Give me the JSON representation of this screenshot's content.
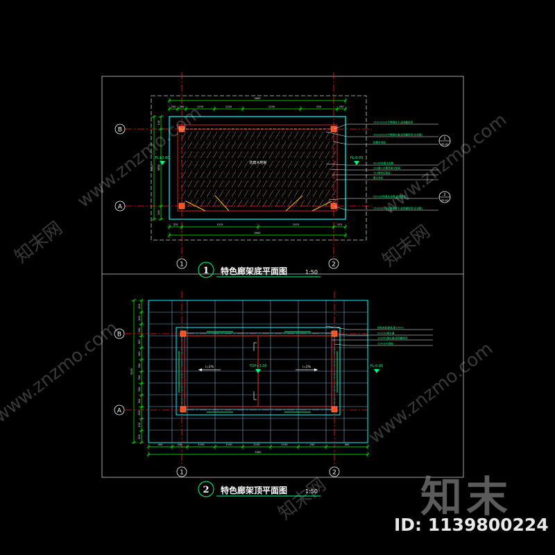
{
  "colors": {
    "background": "#000000",
    "frame": "#cfcfcf",
    "dimension": "#00ff00",
    "axis": "#ff2020",
    "outline": "#00ffff",
    "grid": "#7fa8c8",
    "column": "#ff5020",
    "hatch": "#ff3030",
    "decking": "#c0c0c0",
    "leader": "#ffffff",
    "leader_label": "#00ff80",
    "marker": "#00ff80",
    "watermark": "#ffffff"
  },
  "watermark": {
    "url_text": "www.znzmo.com",
    "brand_text": "知末网",
    "logo_text": "知末",
    "id_label": "ID: 1139800224"
  },
  "plan1": {
    "number": "1",
    "title": "特色廊架底平面图",
    "scale": "1:50",
    "axis_letters": [
      "B",
      "A"
    ],
    "axis_numbers": [
      "1",
      "2"
    ],
    "center_label": "防腐木地板",
    "elev_label_left": "FL±0.00",
    "elev_label_right": "FL-0.05",
    "top_dims": [
      "250",
      "250",
      "1250",
      "1250",
      "1250",
      "250",
      "250"
    ],
    "top_total": "3900",
    "bottom_dims": [
      "375",
      "1575",
      "1575",
      "375"
    ],
    "bottom_total": "3900",
    "left_total": "2100",
    "left_dims": [
      "125",
      "1850",
      "125"
    ],
    "leaders": [
      "150x150x5不锈钢柱子,面喷氟碳漆",
      "100x100x5不锈钢方通,面喷氟碳漆(见详图)",
      "防腐木地板",
      "40x90防腐木龙骨",
      "100厚C15素混凝土垫层",
      "150厚碎石垫层",
      "素土夯实",
      "50x100防腐木龙骨,面刷清漆",
      "150x150x5不锈钢柱子,面喷氟碳漆(见详图)"
    ],
    "detail_refs": [
      {
        "top": "1",
        "bottom": "ZS-01"
      },
      {
        "top": "2",
        "bottom": "ZS-01"
      }
    ]
  },
  "plan2": {
    "number": "2",
    "title": "特色廊架顶平面图",
    "scale": "1:50",
    "axis_letters": [
      "B",
      "A"
    ],
    "axis_numbers": [
      "1",
      "2"
    ],
    "center_label": "TOP+3.00",
    "right_label": "FL-0.05",
    "dir_label_left": "i=2%",
    "dir_label_right": "i=2%",
    "bottom_dims": [
      "400",
      "250",
      "1150",
      "1150",
      "1150",
      "1150",
      "250",
      "400"
    ],
    "bottom_total": "5300",
    "left_total": "3200",
    "left_dims": [
      "200",
      "200",
      "250",
      "300",
      "300",
      "300",
      "300",
      "300",
      "300",
      "250",
      "200",
      "200"
    ],
    "leaders": [
      "钢化夹胶玻璃,厚10mm",
      "50x100钢方通",
      "100x50钢方通,面喷氟碳漆",
      "150x150钢柱"
    ]
  }
}
